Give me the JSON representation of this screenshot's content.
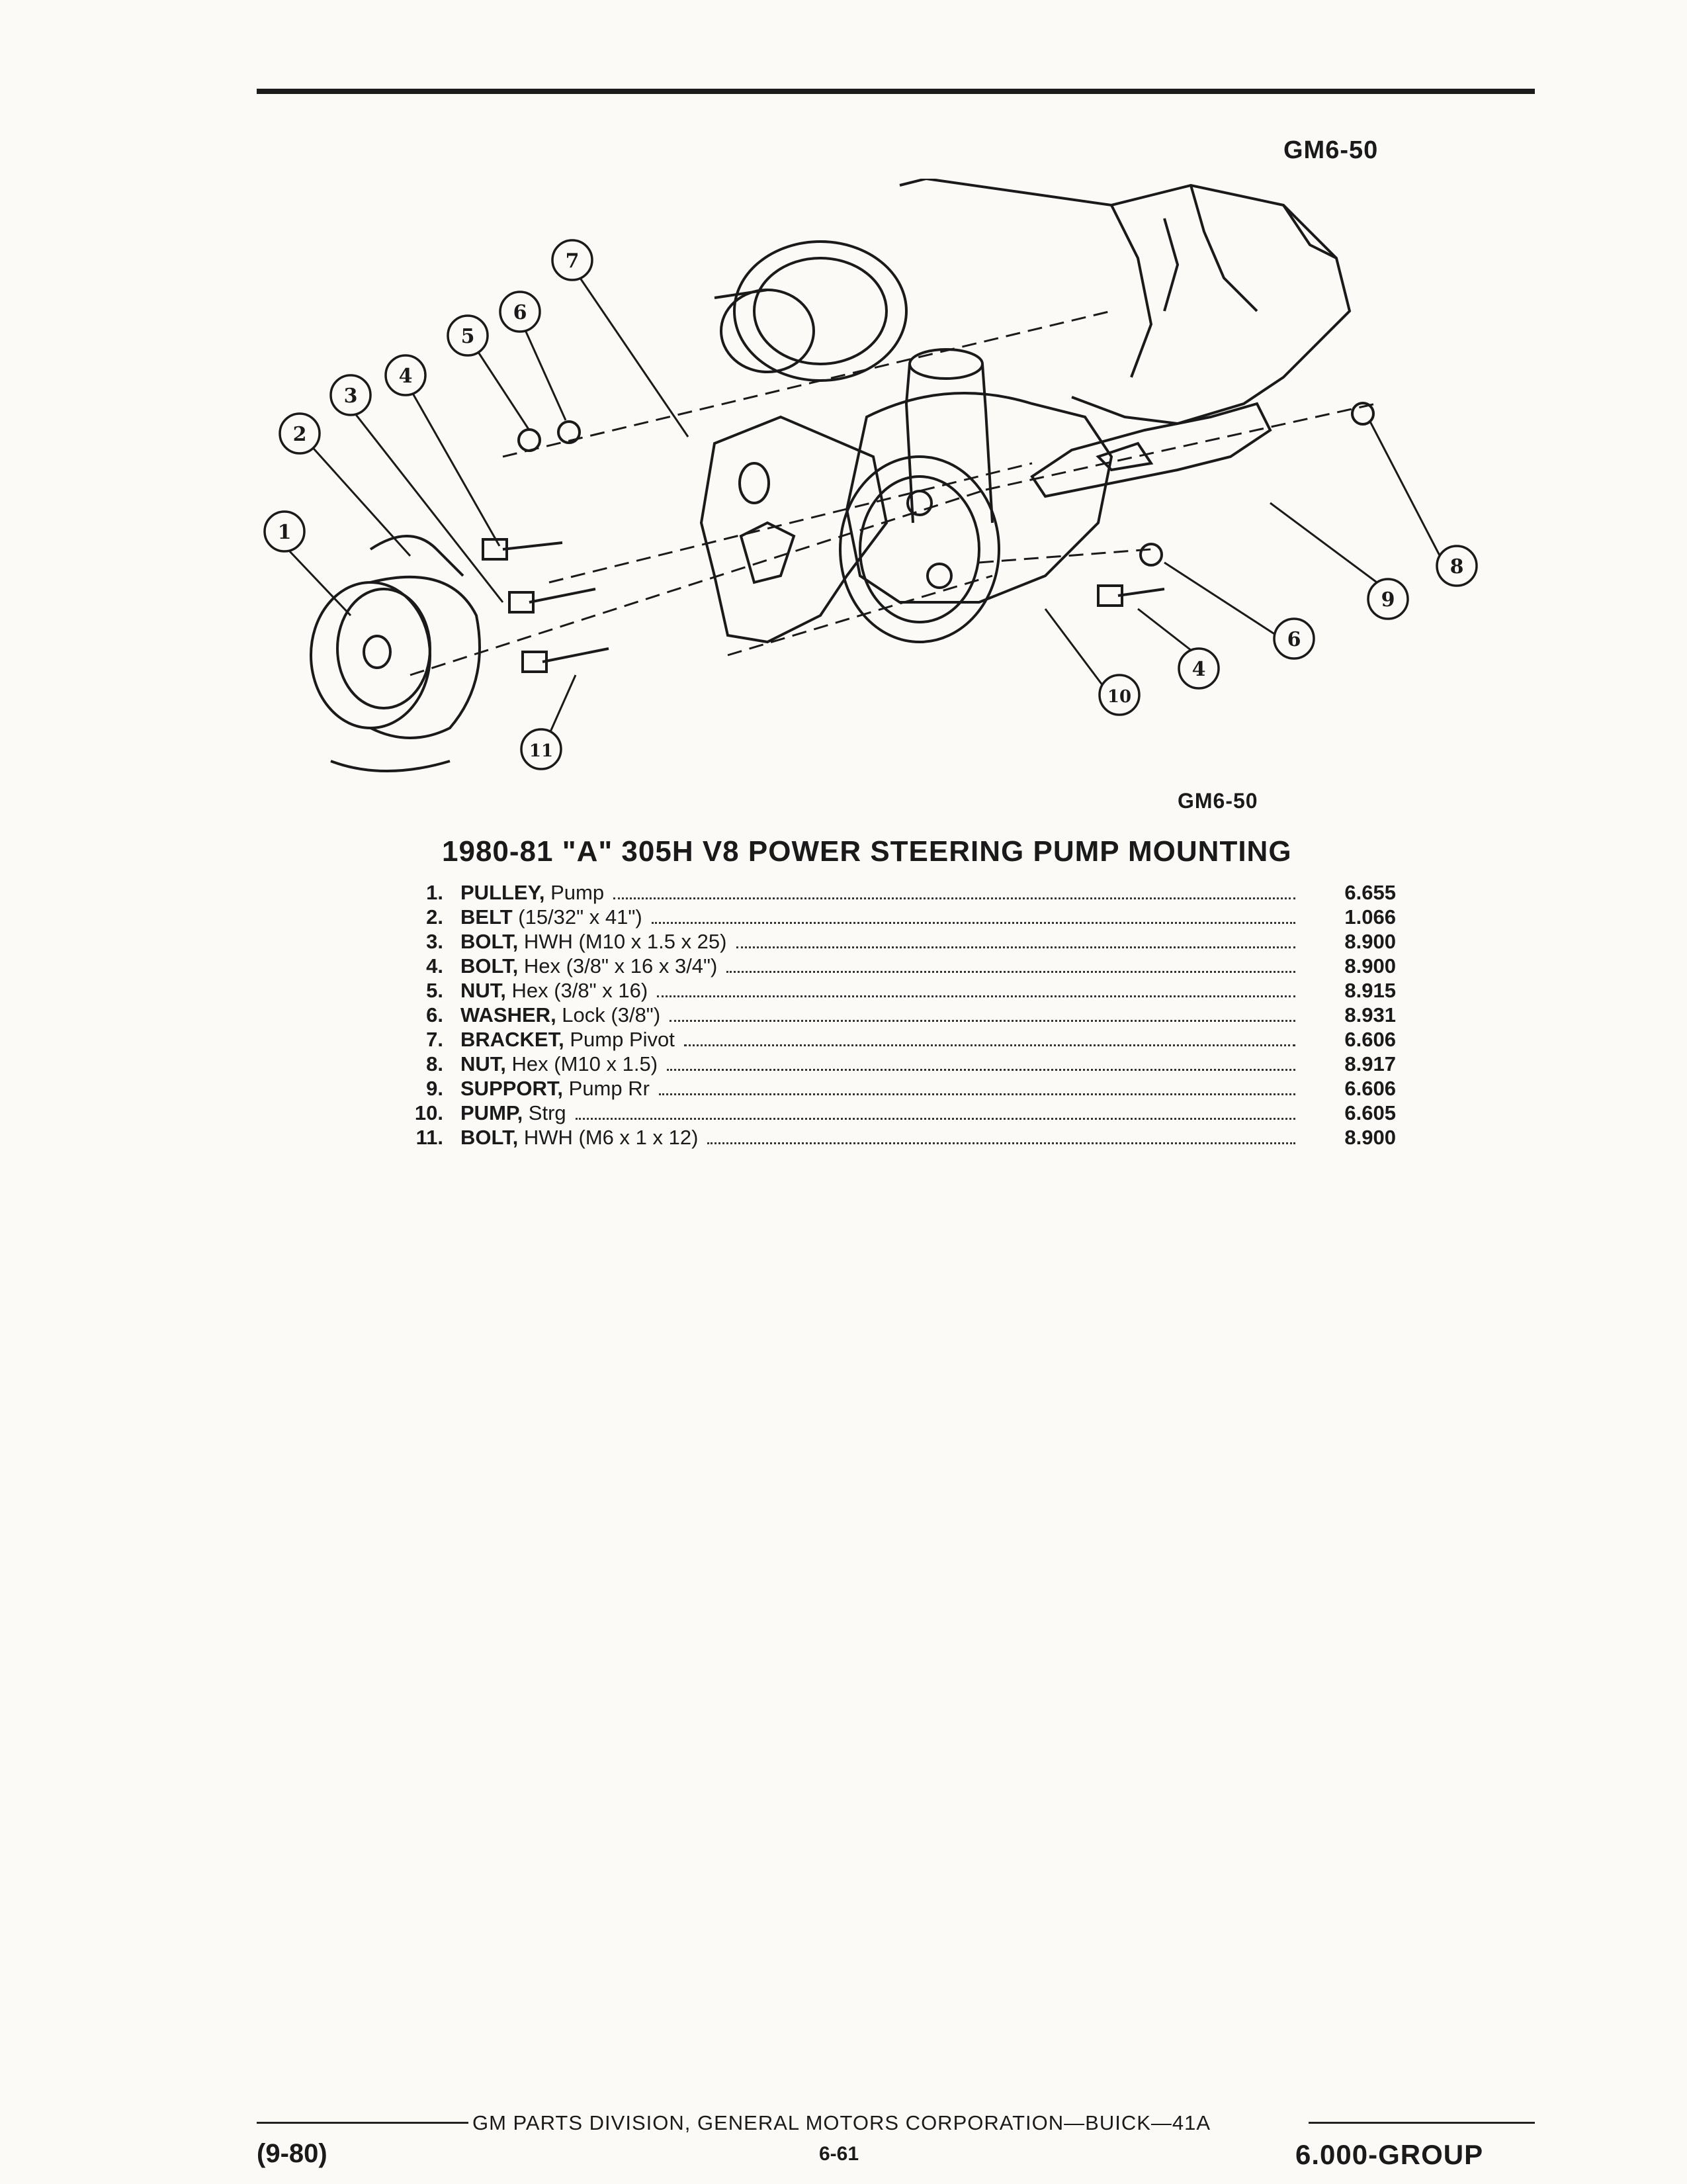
{
  "header": {
    "figure_id_top": "GM6-50",
    "figure_id_bottom": "GM6-50"
  },
  "title": "1980-81 \"A\" 305H V8 POWER STEERING PUMP MOUNTING",
  "callouts": [
    "1",
    "2",
    "3",
    "4",
    "5",
    "6",
    "7",
    "8",
    "9",
    "10",
    "4",
    "6",
    "11"
  ],
  "parts": [
    {
      "num": "1.",
      "name": "PULLEY,",
      "desc": " Pump",
      "code": "6.655"
    },
    {
      "num": "2.",
      "name": "BELT",
      "desc": " (15/32\" x 41\")",
      "code": "1.066"
    },
    {
      "num": "3.",
      "name": "BOLT,",
      "desc": " HWH (M10 x 1.5 x 25)",
      "code": "8.900"
    },
    {
      "num": "4.",
      "name": "BOLT,",
      "desc": " Hex (3/8\" x 16 x 3/4\")",
      "code": "8.900"
    },
    {
      "num": "5.",
      "name": "NUT,",
      "desc": " Hex (3/8\" x 16)",
      "code": "8.915"
    },
    {
      "num": "6.",
      "name": "WASHER,",
      "desc": " Lock (3/8\")",
      "code": "8.931"
    },
    {
      "num": "7.",
      "name": "BRACKET,",
      "desc": " Pump Pivot",
      "code": "6.606"
    },
    {
      "num": "8.",
      "name": "NUT,",
      "desc": " Hex (M10 x 1.5)",
      "code": "8.917"
    },
    {
      "num": "9.",
      "name": "SUPPORT,",
      "desc": " Pump Rr",
      "code": "6.606"
    },
    {
      "num": "10.",
      "name": "PUMP,",
      "desc": " Strg",
      "code": "6.605"
    },
    {
      "num": "11.",
      "name": "BOLT,",
      "desc": " HWH (M6 x 1 x 12)",
      "code": "8.900"
    }
  ],
  "footer": {
    "corporation": "GM PARTS DIVISION, GENERAL MOTORS CORPORATION—BUICK—41A",
    "date": "(9-80)",
    "page": "6-61",
    "group": "6.000-GROUP"
  }
}
